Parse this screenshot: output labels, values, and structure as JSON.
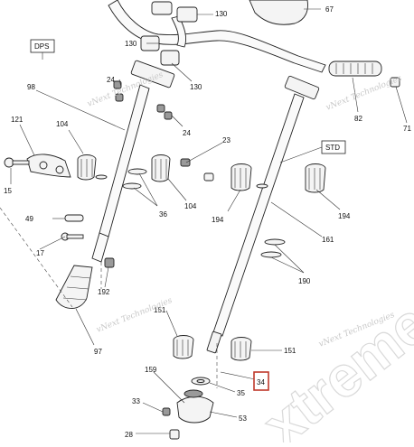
{
  "tags": {
    "dps": "DPS",
    "std": "STD"
  },
  "watermark": {
    "line1": "vNext Technologies",
    "big": "xtreme"
  },
  "highlight": {
    "label": "34",
    "color": "#c0392b"
  },
  "callouts": {
    "c67": "67",
    "c130a": "130",
    "c130b": "130",
    "c130c": "130",
    "c24a": "24",
    "c24b": "24",
    "c82": "82",
    "c71": "71",
    "c98": "98",
    "c121": "121",
    "c104a": "104",
    "c104b": "104",
    "c23": "23",
    "c15": "15",
    "c36": "36",
    "c194a": "194",
    "c194b": "194",
    "c49": "49",
    "c17": "17",
    "c161": "161",
    "c190": "190",
    "c192": "192",
    "c97": "97",
    "c151a": "151",
    "c151b": "151",
    "c159": "159",
    "c35": "35",
    "c33": "33",
    "c53": "53",
    "c28": "28"
  }
}
